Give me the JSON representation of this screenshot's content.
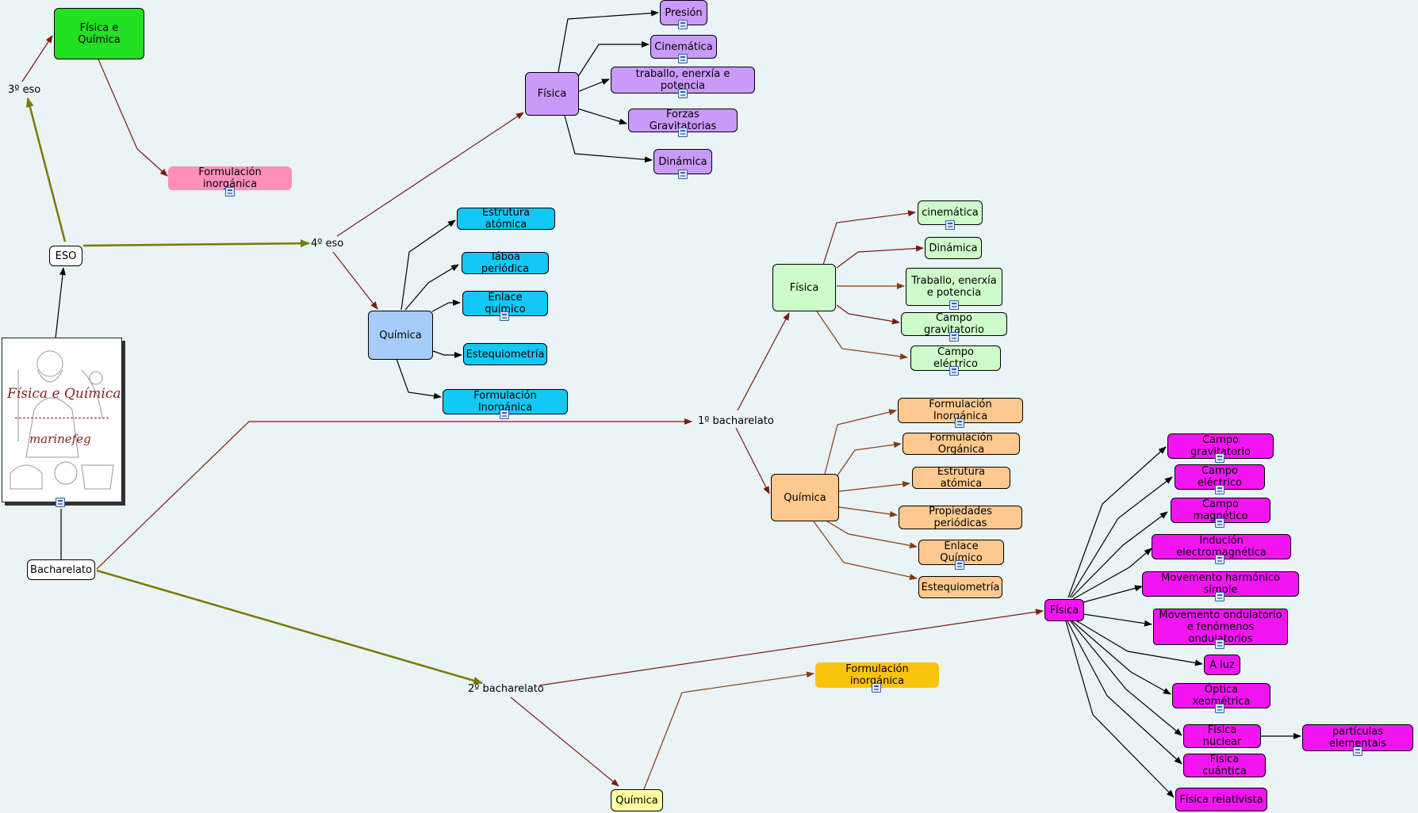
{
  "nodes": {
    "fq_green": "Física e Química",
    "eso3": "3º eso",
    "form_inorg_pink": "Formulación inorgánica",
    "eso": "ESO",
    "eso4": "4º eso",
    "bach": "Bacharelato",
    "fis4": "Física",
    "presion": "Presión",
    "cinematica4": "Cinemática",
    "traballo4": "traballo, enerxía e potencia",
    "forzas4": "Forzas Gravitatorias",
    "dinamica4": "Dinámica",
    "quim4": "Química",
    "estrutura4": "Estrutura atómica",
    "taboa4": "Táboa periódica",
    "enlace4": "Enlace químico",
    "estequi4": "Estequiometría",
    "forminorg4": "Formulación Inorgánica",
    "bach1": "1º bacharelato",
    "fis1": "Física",
    "cinematica1": "cinemática",
    "dinamica1": "Dinámica",
    "traballo1": "Traballo, enerxía e potencia",
    "campograv1": "Campo gravitatorio",
    "campoelec1": "Campo eléctrico",
    "quim1": "Química",
    "forminorg1": "Formulación Inorgánica",
    "formorg1": "Formulación Orgánica",
    "estrutura1": "Estrutura atómica",
    "propiedades1": "Propiedades periódicas",
    "enlace1": "Enlace Químico",
    "estequi1": "Estequiometría",
    "bach2": "2º bacharelato",
    "fis2": "Física",
    "campograv2": "Campo gravitatorio",
    "campoelec2": "Campo eléctrico",
    "campomag2": "Campo magnético",
    "induccion2": "Indución electromagnética",
    "mhs2": "Movemento harmónico simple",
    "ondas2": "Movemento ondulatorio e fenómenos ondulatorios",
    "aluz2": "A luz",
    "optica2": "Óptica xeométrica",
    "nuclear2": "Física nuclear",
    "particulas2": "partículas elementais",
    "cuantica2": "Física cuántica",
    "relativista2": "Física relativista",
    "forminorg2": "Formulación inorgánica",
    "quim2": "Química"
  },
  "cover": {
    "title": "Física e Química",
    "author": "marinefeg"
  },
  "colors": {
    "olive": "#7a7a00",
    "darkred": "#7a1a10",
    "brown": "#8a3a12",
    "black": "#000000"
  }
}
